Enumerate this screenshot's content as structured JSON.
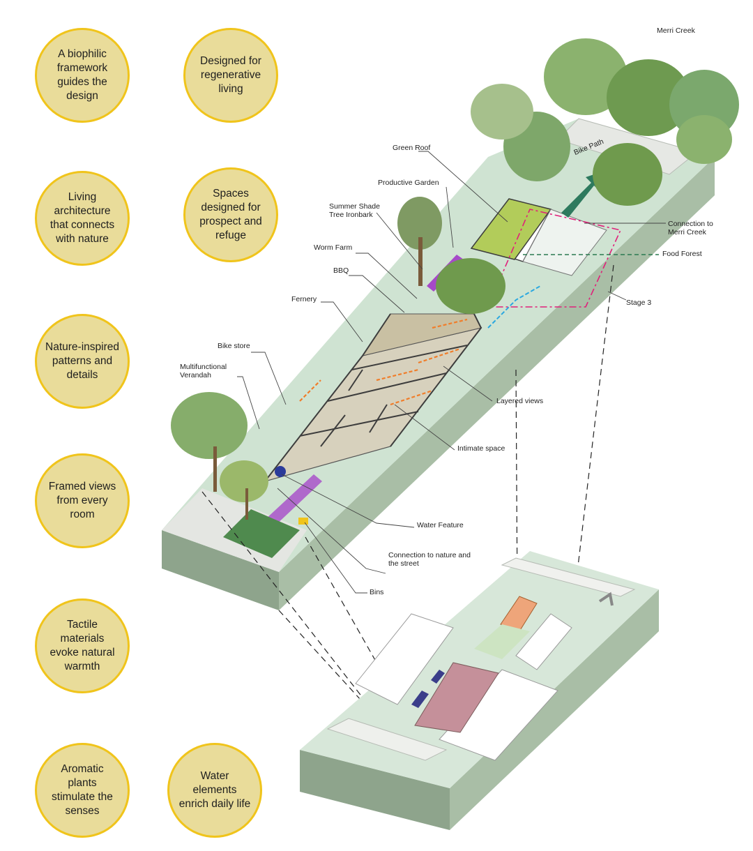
{
  "principles": [
    {
      "id": "biophilic",
      "text": "A biophilic framework guides the design"
    },
    {
      "id": "regenerative",
      "text": "Designed for regenerative living"
    },
    {
      "id": "living-architecture",
      "text": "Living architecture that connects with nature"
    },
    {
      "id": "prospect-refuge",
      "text": "Spaces designed for prospect and refuge"
    },
    {
      "id": "nature-patterns",
      "text": "Nature-inspired patterns and details"
    },
    {
      "id": "framed-views",
      "text": "Framed views from every room"
    },
    {
      "id": "tactile-materials",
      "text": "Tactile materials evoke natural warmth"
    },
    {
      "id": "aromatic-plants",
      "text": "Aromatic plants stimulate the senses"
    },
    {
      "id": "water-elements",
      "text": "Water elements enrich daily life"
    }
  ],
  "labels": {
    "merri_creek": "Merri Creek",
    "bike_path": "Bike Path",
    "green_roof": "Green Roof",
    "productive_garden": "Productive Garden",
    "summer_shade_tree": "Summer Shade Tree Ironbark",
    "worm_farm": "Worm Farm",
    "bbq": "BBQ",
    "fernery": "Fernery",
    "bike_store": "Bike store",
    "multifunctional_verandah": "Multifunctional Verandah",
    "connection_merri_creek": "Connection to Merri Creek",
    "food_forest": "Food Forest",
    "stage_3": "Stage 3",
    "layered_views": "Layered views",
    "intimate_space": "Intimate space",
    "water_feature": "Water Feature",
    "connection_nature_street": "Connection to nature and the street",
    "bins": "Bins"
  },
  "colors": {
    "circle_fill": "#e9dc9a",
    "circle_border": "#f0c41b",
    "site_green": "#cfe3d2",
    "site_side": "#8ea48c",
    "green_roof": "#b2cc5a",
    "stage_line": "#e0207a",
    "food_forest_line": "#2a7a50",
    "orange_arrow": "#f07d2a",
    "purple_arrow": "#a64ac9",
    "blue_line": "#2aa8e0",
    "tree_green": "#6f9a4d",
    "plan_red": "#c5909a",
    "plan_orange": "#eea57a",
    "plan_navy": "#3a3e8a"
  }
}
